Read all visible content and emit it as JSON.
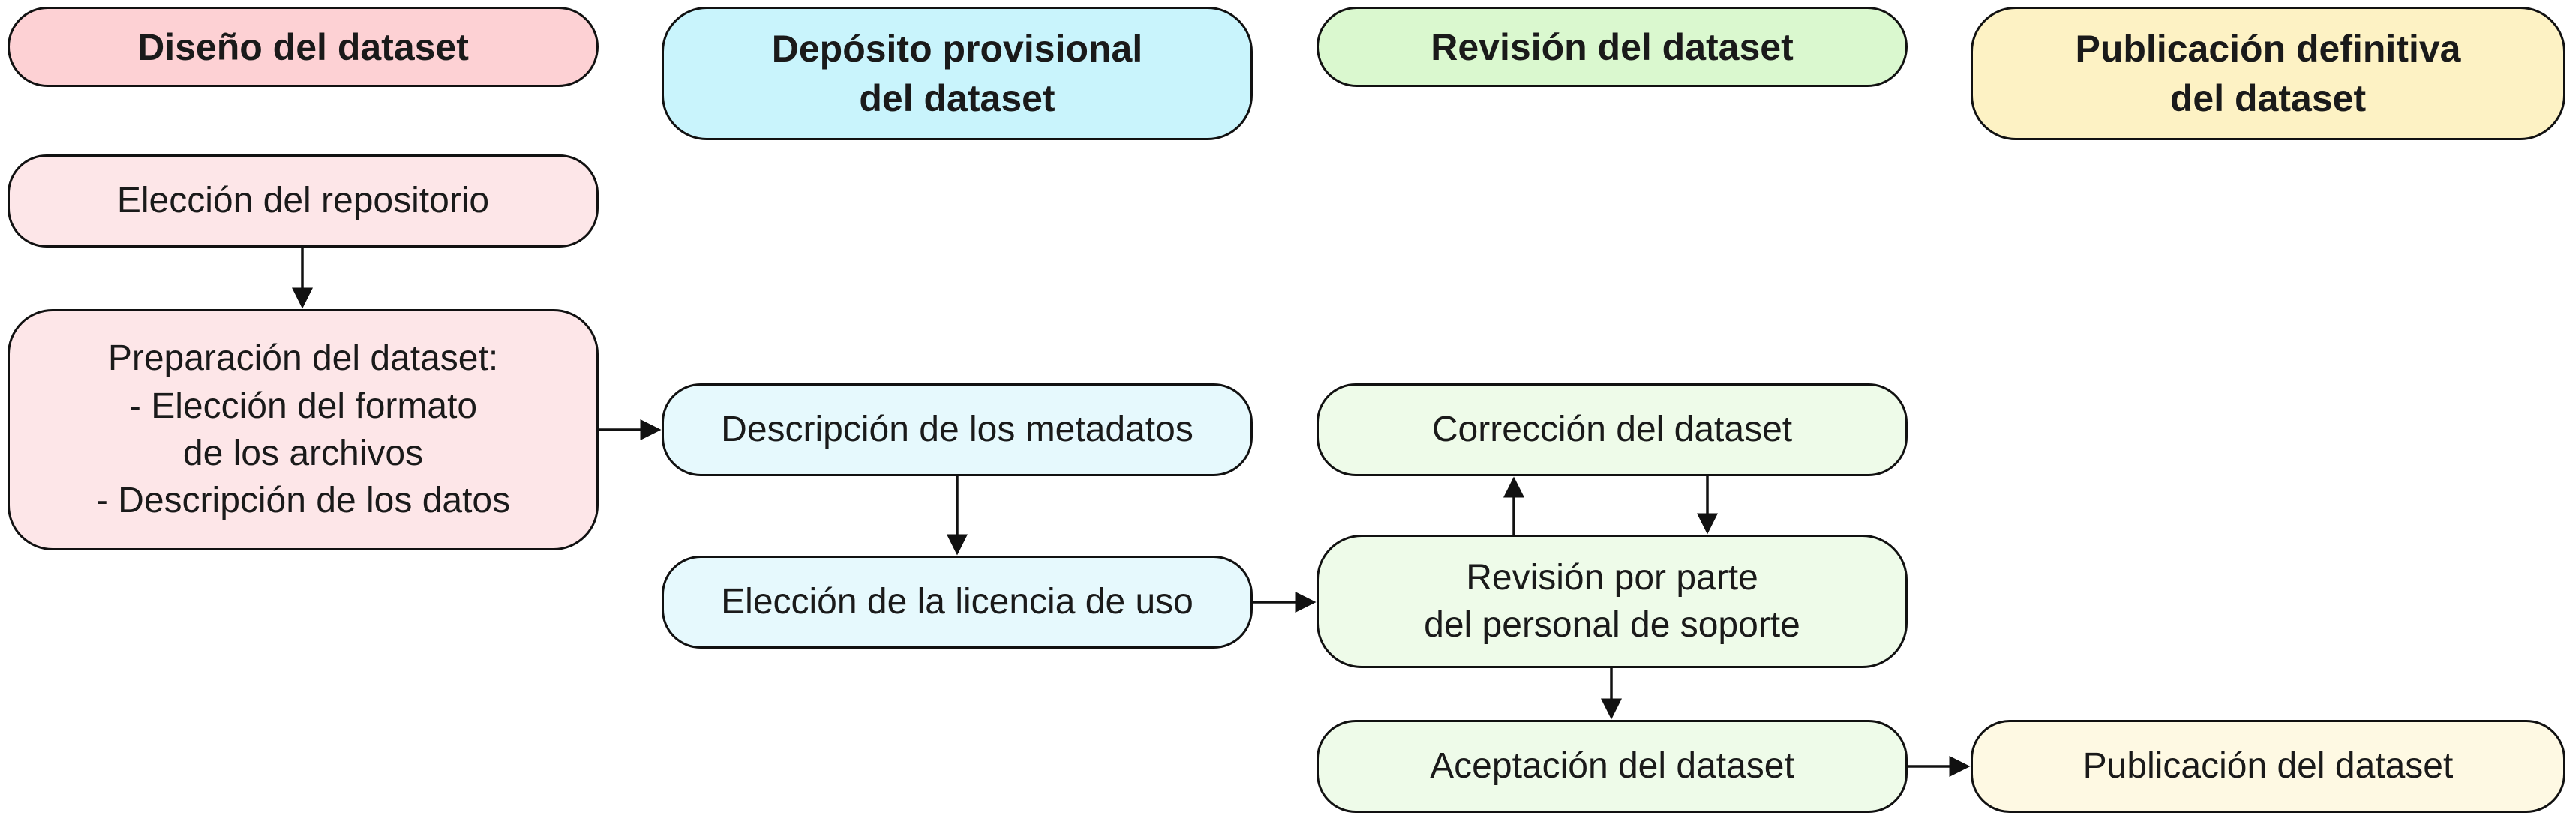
{
  "colors": {
    "design_header": "#fdd1d4",
    "design_step": "#fde6e8",
    "deposit_header": "#c9f4fc",
    "deposit_step": "#e6f9fd",
    "review_header": "#daf8cf",
    "review_step": "#eefbe9",
    "publish_header": "#fdf2c4",
    "publish_step": "#fef9e3",
    "stroke": "#111111"
  },
  "columns": [
    {
      "id": "design",
      "header": "Diseño del dataset"
    },
    {
      "id": "deposit",
      "header": "Depósito provisional\ndel dataset"
    },
    {
      "id": "review",
      "header": "Revisión del dataset"
    },
    {
      "id": "publish",
      "header": "Publicación definitiva\ndel dataset"
    }
  ],
  "steps": {
    "choose_repository": "Elección del repositorio",
    "prepare_dataset": "Preparación del dataset:\n- Elección del formato\nde los archivos\n- Descripción de los datos",
    "describe_metadata": "Descripción de los metadatos",
    "choose_license": "Elección de la licencia de uso",
    "correct_dataset": "Corrección del dataset",
    "support_review": "Revisión por parte\ndel personal de soporte",
    "accept_dataset": "Aceptación del dataset",
    "publish_dataset": "Publicación del dataset"
  }
}
